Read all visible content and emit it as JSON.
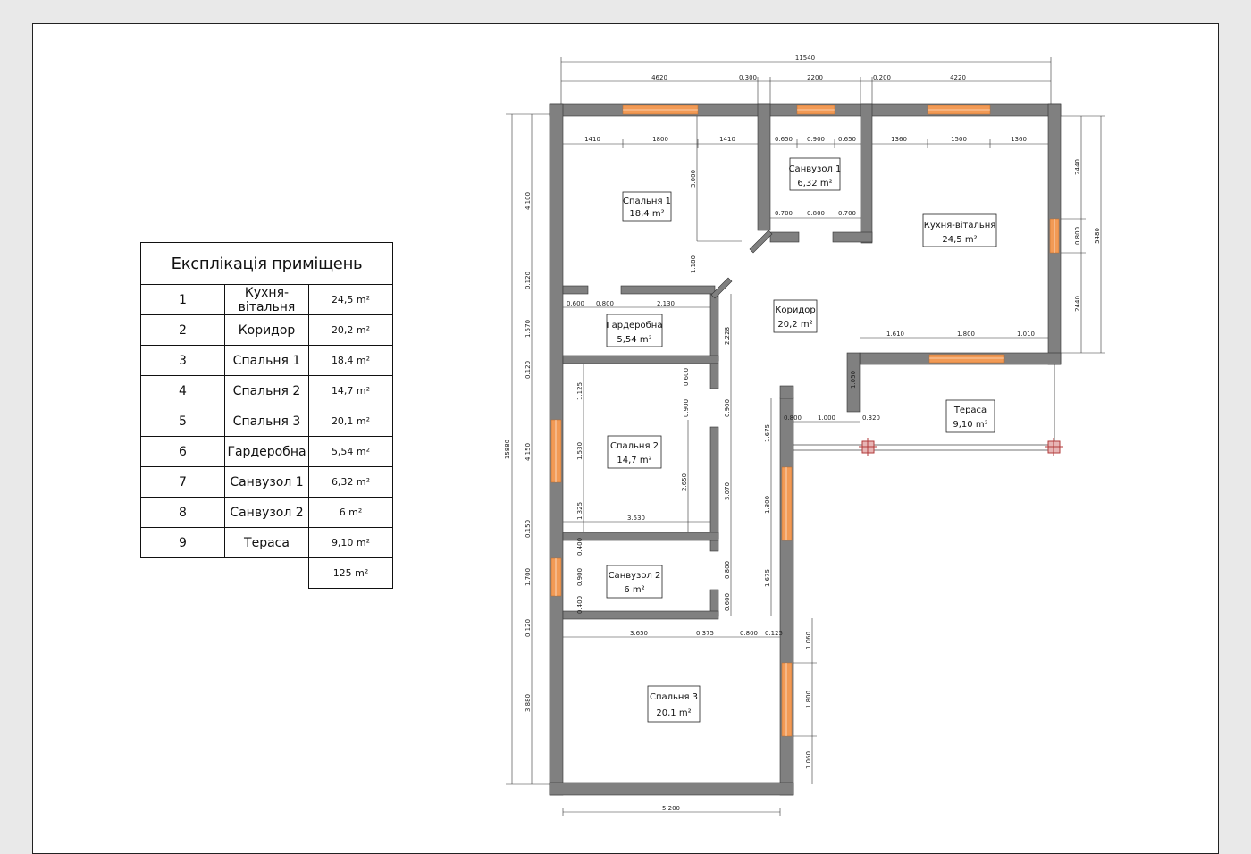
{
  "explication": {
    "title": "Експлікація приміщень",
    "rows": [
      {
        "num": "1",
        "name": "Кухня-вітальня",
        "area": "24,5 m²"
      },
      {
        "num": "2",
        "name": "Коридор",
        "area": "20,2 m²"
      },
      {
        "num": "3",
        "name": "Спальня 1",
        "area": "18,4 m²"
      },
      {
        "num": "4",
        "name": "Спальня 2",
        "area": "14,7 m²"
      },
      {
        "num": "5",
        "name": "Спальня 3",
        "area": "20,1 m²"
      },
      {
        "num": "6",
        "name": "Гардеробна",
        "area": "5,54 m²"
      },
      {
        "num": "7",
        "name": "Санвузол 1",
        "area": "6,32 m²"
      },
      {
        "num": "8",
        "name": "Санвузол 2",
        "area": "6 m²"
      },
      {
        "num": "9",
        "name": "Тераса",
        "area": "9,10 m²"
      }
    ],
    "total": "125 m²"
  },
  "rooms": {
    "kitchen": {
      "name": "Кухня-вітальня",
      "area": "24,5 m²"
    },
    "corridor": {
      "name": "Коридор",
      "area": "20,2 m²"
    },
    "bedroom1": {
      "name": "Спальня 1",
      "area": "18,4 m²"
    },
    "bedroom2": {
      "name": "Спальня 2",
      "area": "14,7 m²"
    },
    "bedroom3": {
      "name": "Спальня 3",
      "area": "20,1 m²"
    },
    "wardrobe": {
      "name": "Гардеробна",
      "area": "5,54 m²"
    },
    "bath1": {
      "name": "Санвузол 1",
      "area": "6,32 m²"
    },
    "bath2": {
      "name": "Санвузол 2",
      "area": "6 m²"
    },
    "terrace": {
      "name": "Тераса",
      "area": "9,10 m²"
    }
  },
  "dimensions": {
    "overall_width": "11540",
    "overall_depth": "15880",
    "top_segments": [
      "4620",
      "0.300",
      "2200",
      "0.200",
      "4220"
    ],
    "top_inner": [
      "1410",
      "1800",
      "1410",
      "0.650",
      "0.900",
      "0.650",
      "1360",
      "1500",
      "1360"
    ],
    "right_segments": [
      "2440",
      "0.800",
      "2440",
      "5480"
    ],
    "left_segments": [
      "4.100",
      "0.120",
      "1.570",
      "0.120",
      "4.150",
      "0.150",
      "1.700",
      "0.120",
      "3.880"
    ],
    "bottom": "5.200",
    "interior": {
      "bath1_door": [
        "0.700",
        "0.800",
        "0.700"
      ],
      "wardrobe": [
        "0.600",
        "0.800",
        "2.130"
      ],
      "kitchen_window": [
        "1.610",
        "1.800",
        "1.010"
      ],
      "terrace": [
        "0.800",
        "1.000",
        "0.320",
        "1.050"
      ],
      "bedroom2_width": "3.530",
      "bedroom3": [
        "3.650",
        "0.375",
        "0.800",
        "0.125"
      ],
      "bedroom3_right": [
        "1.060",
        "1.800",
        "1.060"
      ],
      "corridor_right": [
        "1.675",
        "1.800",
        "1.675"
      ],
      "vertical": [
        "3.000",
        "1.180",
        "2.228",
        "1.125",
        "1.530",
        "1.325",
        "2.650",
        "3.070",
        "0.600",
        "0.900",
        "0.900",
        "0.800",
        "0.600",
        "0.400",
        "0.900",
        "0.400"
      ]
    }
  },
  "colors": {
    "wall": "#808080",
    "window": "#f29a55",
    "ink": "#111111",
    "post": "#b23a3a"
  }
}
